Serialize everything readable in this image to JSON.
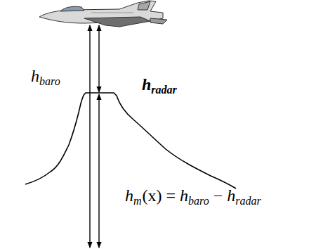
{
  "diagram": {
    "labels": [
      "h",
      "baro",
      "h",
      "radar",
      "h",
      "m",
      "(x) =",
      "h",
      "baro",
      "−",
      "h",
      "radar"
    ]
  }
}
